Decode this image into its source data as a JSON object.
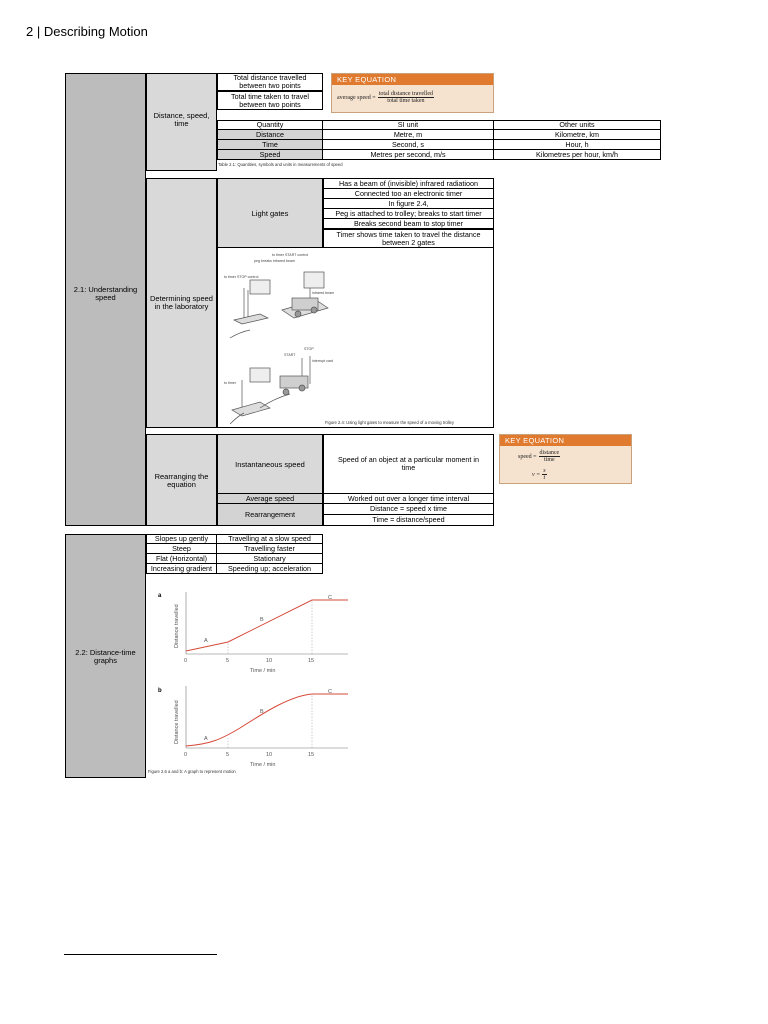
{
  "page": {
    "heading": "2 | Describing Motion"
  },
  "section1": {
    "title": "2.1: Understanding speed",
    "sub1": {
      "title": "Distance, speed, time",
      "rows": [
        "Total distance travelled between two points",
        "Total time taken to travel between two points"
      ],
      "key_eq": {
        "header": "KEY EQUATION",
        "lhs": "average speed =",
        "num": "total distance travelled",
        "den": "total time taken"
      },
      "table": {
        "headers": [
          "Quantity",
          "SI unit",
          "Other units"
        ],
        "rows": [
          [
            "Distance",
            "Metre, m",
            "Kilometre, km"
          ],
          [
            "Time",
            "Second, s",
            "Hour, h"
          ],
          [
            "Speed",
            "Metres per second, m/s",
            "Kilometres per hour, km/h"
          ]
        ]
      },
      "caption": "Table 2.1: Quantities, symbols and units in measurements of speed"
    },
    "sub2": {
      "title": "Determining speed in the laboratory",
      "light_gates_label": "Light gates",
      "facts": [
        "Has a beam of (invisible) infrared radiatioon",
        "Connected too an electronic timer",
        "In figure 2.4,",
        "Peg is attached to trolley; breaks to start timer",
        "Breaks second beam to stop timer",
        "Timer shows time taken to travel the distance between 2 gates"
      ],
      "fig_labels": [
        "to timer START control",
        "peg breaks infrared beam",
        "to timer STOP control",
        "infrared beam",
        "START",
        "STOP",
        "interrupt card",
        "to timer"
      ],
      "caption": "Figure 2.4: Using light gates to measure the speed of a moving trolley"
    },
    "sub3": {
      "title": "Rearranging the equation",
      "inst_label": "Instantaneous speed",
      "inst_def": "Speed of an object at a particular moment in time",
      "key_eq": {
        "header": "KEY EQUATION",
        "lhs": "speed =",
        "num": "distance",
        "den": "time",
        "short_lhs": "v =",
        "short_num": "s",
        "short_den": "t"
      },
      "avg_label": "Average speed",
      "avg_def": "Worked out over a longer time interval",
      "rearr_label": "Rearrangement",
      "rearr_rows": [
        "Distance = speed x time",
        "Time = distance/speed"
      ]
    }
  },
  "section2": {
    "title": "2.2: Distance-time graphs",
    "table": [
      [
        "Slopes up gently",
        "Travelling at a slow speed"
      ],
      [
        "Steep",
        "Travelling faster"
      ],
      [
        "Flat (Horizontal)",
        "Stationary"
      ],
      [
        "Increasing gradient",
        "Speeding up; acceleration"
      ]
    ],
    "graph_a": {
      "letter": "a",
      "ylabel": "Distance travelled",
      "xlabel": "Time / min",
      "ticks": [
        "0",
        "5",
        "10",
        "15"
      ],
      "points": [
        "A",
        "B",
        "C"
      ]
    },
    "graph_b": {
      "letter": "b",
      "ylabel": "Distance travelled",
      "xlabel": "Time / min",
      "ticks": [
        "0",
        "5",
        "10",
        "15"
      ],
      "points": [
        "A",
        "B",
        "C"
      ]
    },
    "caption": "Figure 2.6 a and b: A graph to represent motion",
    "curve_color": "#d64a3a"
  }
}
